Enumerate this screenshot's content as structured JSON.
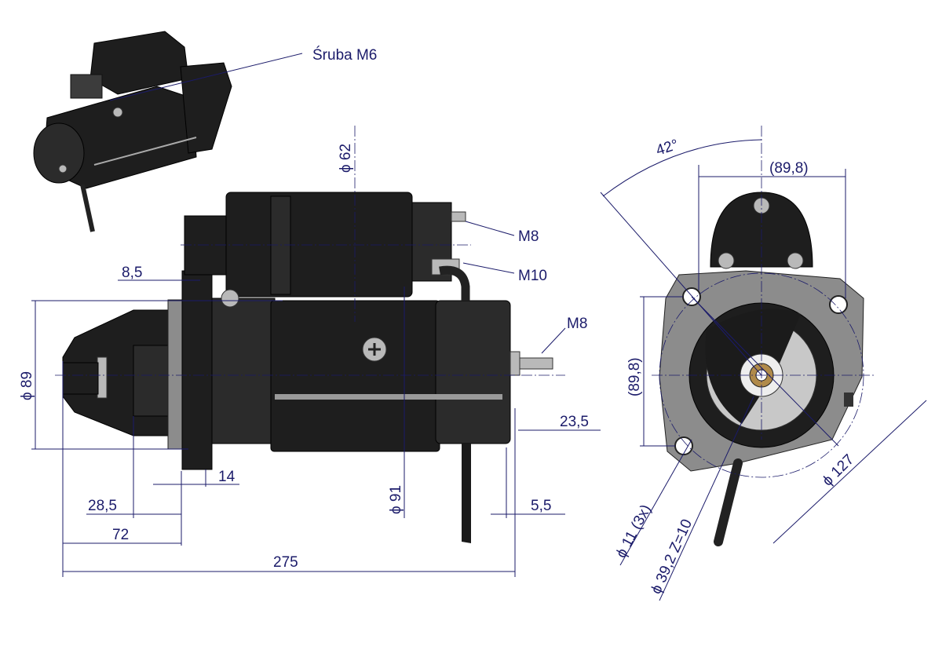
{
  "drawing": {
    "callouts": {
      "screw": "Śruba M6",
      "terminal_top": "M8",
      "terminal_mid": "M10",
      "terminal_rear": "M8"
    },
    "side_view": {
      "dia_solenoid": "ϕ 62",
      "flange_offset": "8,5",
      "dia_nose": "ϕ 89",
      "rear_stud": "23,5",
      "flange_thickness": "14",
      "dia_body": "ϕ 91",
      "pinion_offset": "28,5",
      "rear_offset": "5,5",
      "nose_length": "72",
      "overall_length": "275"
    },
    "end_view": {
      "angle": "42°",
      "hole_spacing_h": "(89,8)",
      "hole_spacing_v": "(89,8)",
      "dia_bolt_circle": "ϕ 127",
      "dia_holes": "ϕ 11  (3x)",
      "pinion": "ϕ 39,2  Z=10"
    }
  }
}
